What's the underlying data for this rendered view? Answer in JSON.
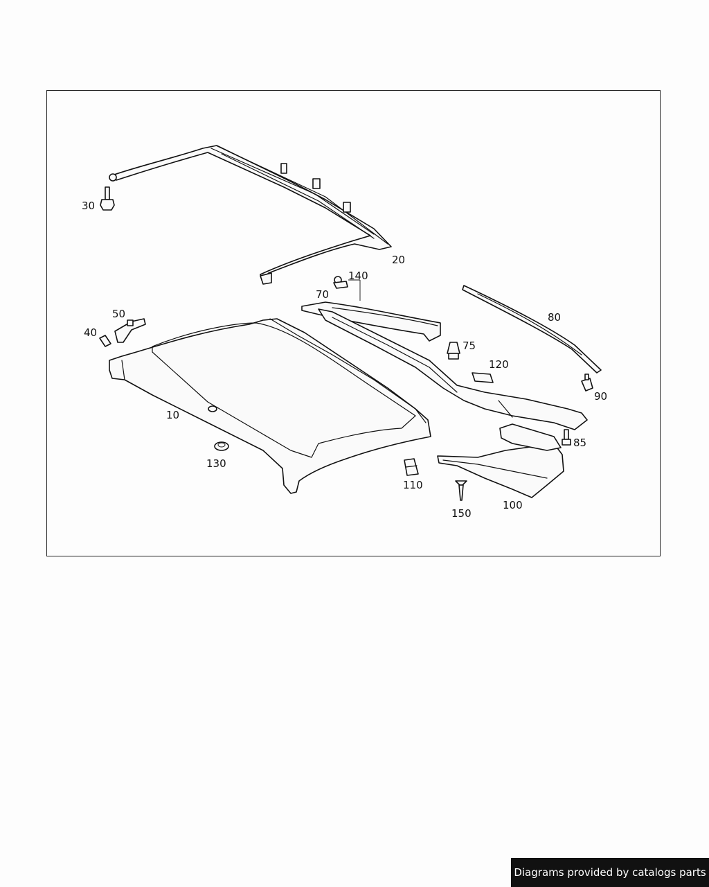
{
  "diagram": {
    "callouts": [
      {
        "id": "p10",
        "text": "10"
      },
      {
        "id": "p20",
        "text": "20"
      },
      {
        "id": "p30",
        "text": "30"
      },
      {
        "id": "p40",
        "text": "40"
      },
      {
        "id": "p50",
        "text": "50"
      },
      {
        "id": "p70",
        "text": "70"
      },
      {
        "id": "p75",
        "text": "75"
      },
      {
        "id": "p80",
        "text": "80"
      },
      {
        "id": "p85",
        "text": "85"
      },
      {
        "id": "p90",
        "text": "90"
      },
      {
        "id": "p100",
        "text": "100"
      },
      {
        "id": "p110",
        "text": "110"
      },
      {
        "id": "p120",
        "text": "120"
      },
      {
        "id": "p130",
        "text": "130"
      },
      {
        "id": "p140",
        "text": "140"
      },
      {
        "id": "p150",
        "text": "150"
      }
    ]
  },
  "footer": {
    "credit": "Diagrams provided by catalogs parts",
    "background": "#111111",
    "text_color": "#ffffff"
  }
}
